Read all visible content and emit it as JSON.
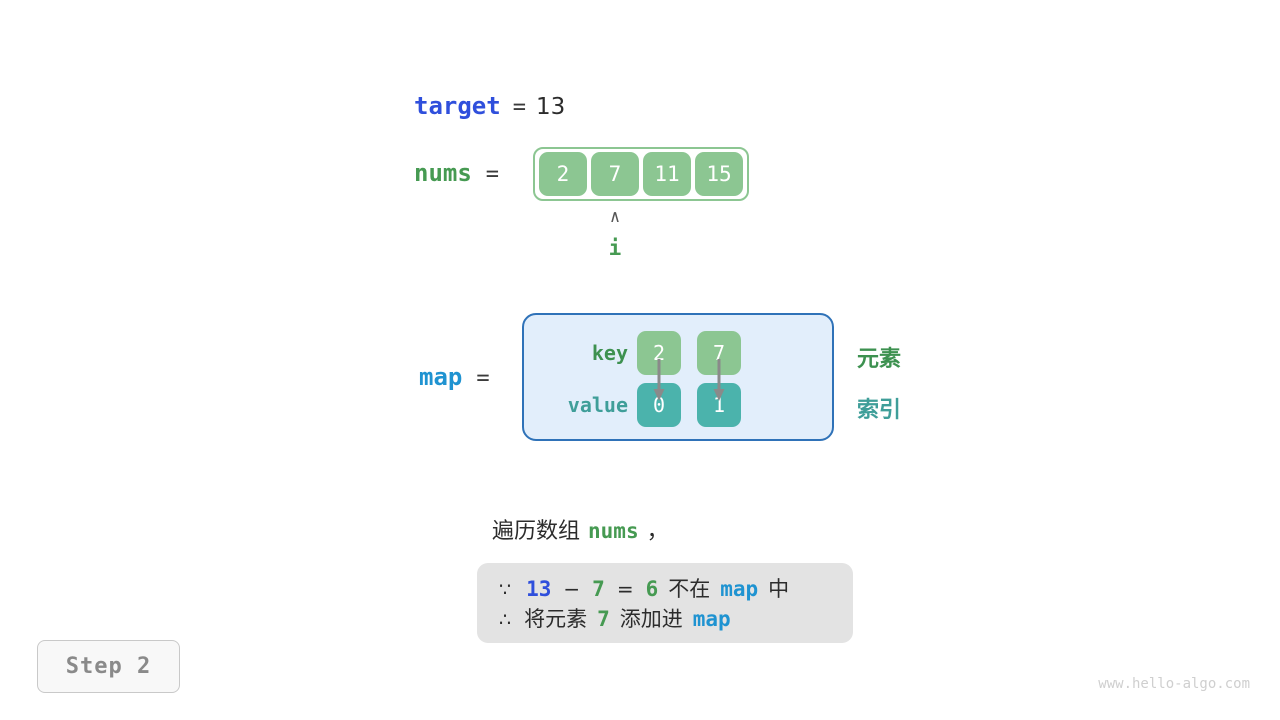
{
  "target": {
    "label": "target",
    "equals": "=",
    "value": "13"
  },
  "nums": {
    "label": "nums",
    "equals": "=",
    "cells": [
      "2",
      "7",
      "11",
      "15"
    ],
    "pointer": {
      "caret": "∧",
      "label": "i",
      "index": 1
    }
  },
  "map": {
    "label": "map",
    "equals": "=",
    "row_labels": {
      "key": "key",
      "value": "value"
    },
    "keys": [
      "2",
      "7"
    ],
    "values": [
      "0",
      "1"
    ],
    "side_labels": {
      "element": "元素",
      "index": "索引"
    }
  },
  "description": {
    "prefix": "遍历数组",
    "code": "nums",
    "suffix": "，"
  },
  "formula": {
    "line1": {
      "symbol": "∵",
      "a": "13",
      "minus": "−",
      "b": "7",
      "eq": "=",
      "result": "6",
      "text_mid": "不在",
      "map": "map",
      "text_end": "中"
    },
    "line2": {
      "symbol": "∴",
      "text_start": "将元素",
      "value": "7",
      "text_mid": "添加进",
      "map": "map"
    }
  },
  "step_badge": "Step 2",
  "watermark": "www.hello-algo.com",
  "colors": {
    "green": "#469a52",
    "cell_green": "#8cc692",
    "teal": "#4bb3ac",
    "blue": "#2f4fdc",
    "cyan": "#1f93d1",
    "map_border": "#2f72b8",
    "map_fill": "#e2eefb",
    "box_gray": "#e3e3e3",
    "watermark_gray": "#cfcfcf"
  }
}
